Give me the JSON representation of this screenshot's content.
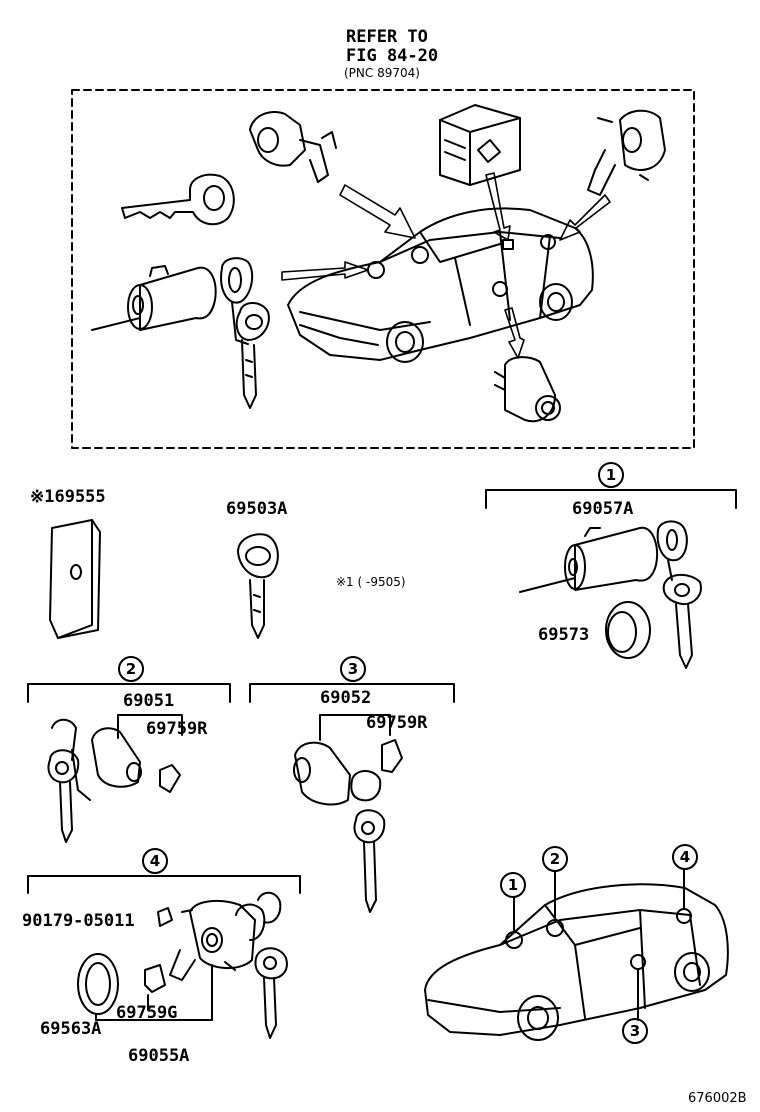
{
  "header": {
    "refer_line1": "REFER TO",
    "refer_line2": "FIG 84-20",
    "pnc": "(PNC 89704)"
  },
  "parts": {
    "p69555": "※169555",
    "p69503A": "69503A",
    "note": "※1 (      -9505)",
    "p69057A": "69057A",
    "p69573": "69573",
    "p69051": "69051",
    "p69759R_a": "69759R",
    "p69052": "69052",
    "p69759R_b": "69759R",
    "p90179": "90179-05011",
    "p69563A": "69563A",
    "p69759G": "69759G",
    "p69055A": "69055A"
  },
  "groups": {
    "g1": "1",
    "g2": "2",
    "g3": "3",
    "g4": "4"
  },
  "car_markers": {
    "m1": "1",
    "m2": "2",
    "m3": "3",
    "m4": "4"
  },
  "footer": {
    "code": "676002B"
  }
}
